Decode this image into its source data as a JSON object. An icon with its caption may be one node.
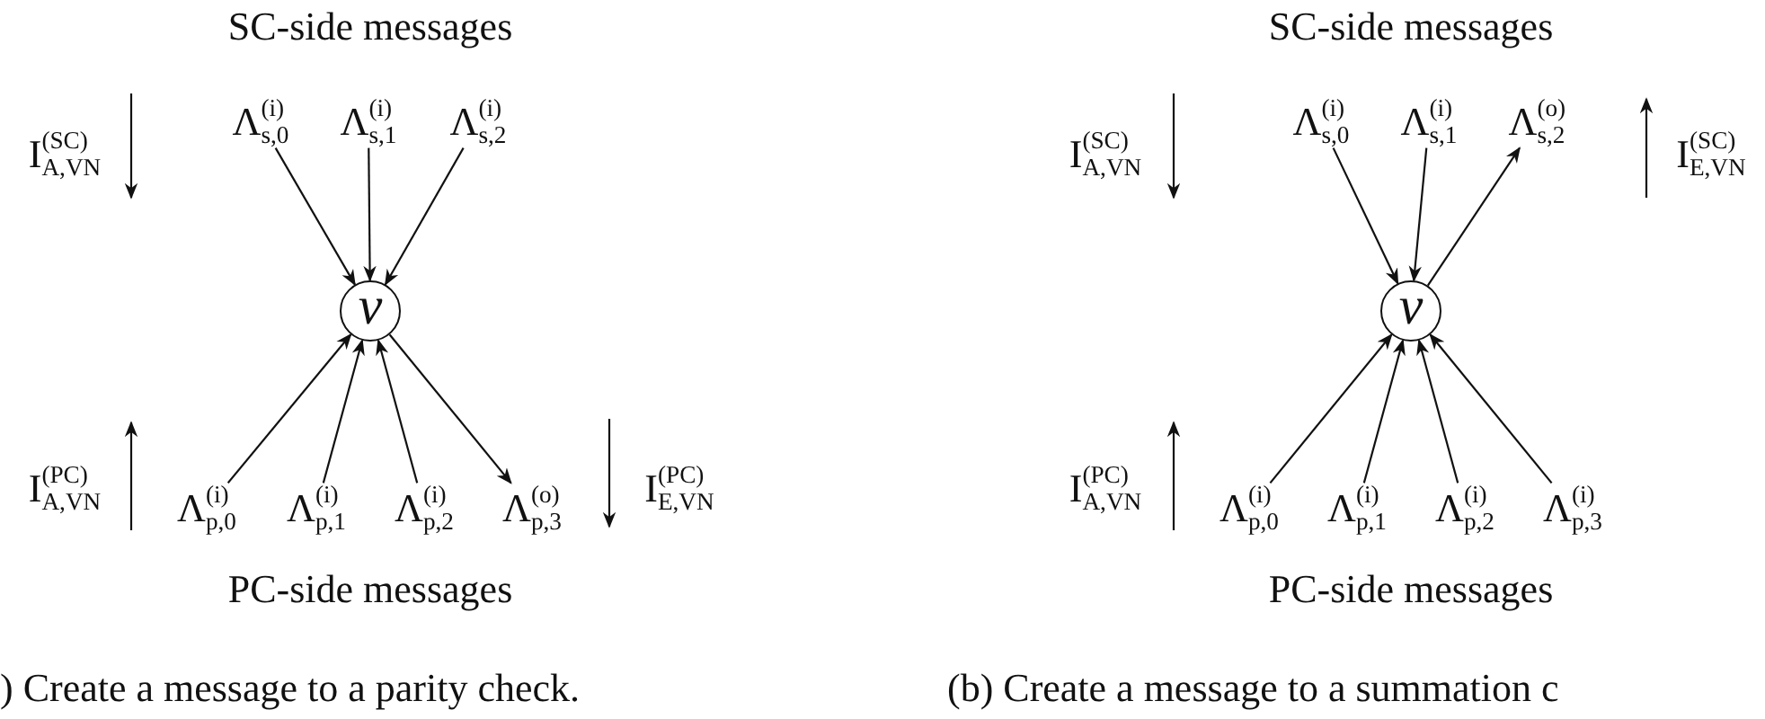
{
  "diagram": {
    "nodes": [
      {
        "text": [
          "Λ$^{(i)}$$_{s,0}$"
        ]
      },
      {
        "text": [
          "Λ$^{(i)}$$_{s,1}$"
        ]
      },
      {
        "text": [
          "Λ$^{(i)}$$_{s,2}$"
        ]
      },
      {
        "text": [
          "v"
        ]
      },
      {
        "text": [
          "Λ$^{(i)}$$_{p,0}$"
        ]
      },
      {
        "text": [
          "Λ$^{(i)}$$_{p,1}$"
        ]
      },
      {
        "text": [
          "Λ$^{(i)}$$_{p,2}$"
        ]
      },
      {
        "text": [
          "Λ$^{(o)}$$_{p,3}$"
        ]
      },
      {
        "text": [
          "Λ$^{(i)}$$_{s,0}$"
        ]
      },
      {
        "text": [
          "Λ$^{(i)}$$_{s,1}$"
        ]
      },
      {
        "text": [
          "Λ$^{(o)}$$_{s,2}$"
        ]
      },
      {
        "text": [
          "v"
        ]
      },
      {
        "text": [
          "Λ$^{(i)}$$_{p,0}$"
        ]
      },
      {
        "text": [
          "Λ$^{(i)}$$_{p,1}$"
        ]
      },
      {
        "text": [
          "Λ$^{(i)}$$_{p,2}$"
        ]
      },
      {
        "text": [
          "Λ$^{(i)}$$_{p,3}$"
        ]
      }
    ],
    "edges": [
      {
        "from": 0,
        "to": 3,
        "arrow": "to"
      },
      {
        "from": 1,
        "to": 3,
        "arrow": "to"
      },
      {
        "from": 2,
        "to": 3,
        "arrow": "to"
      },
      {
        "from": 4,
        "to": 3,
        "arrow": "to"
      },
      {
        "from": 5,
        "to": 3,
        "arrow": "to"
      },
      {
        "from": 6,
        "to": 3,
        "arrow": "to"
      },
      {
        "from": 3,
        "to": 7,
        "arrow": "to"
      },
      {
        "from": 8,
        "to": 11,
        "arrow": "to"
      },
      {
        "from": 9,
        "to": 11,
        "arrow": "to"
      },
      {
        "from": 11,
        "to": 10,
        "arrow": "to"
      },
      {
        "from": 12,
        "to": 11,
        "arrow": "to"
      },
      {
        "from": 13,
        "to": 11,
        "arrow": "to"
      },
      {
        "from": 14,
        "to": 11,
        "arrow": "to"
      },
      {
        "from": 15,
        "to": 11,
        "arrow": "to"
      }
    ],
    "labels": [
      "SC-side messages",
      "I$^{(SC)}$$_{A,VN}$",
      "I$^{(PC)}$$_{A,VN}$",
      "I$^{(PC)}$$_{E,VN}$",
      "PC-side messages",
      ") Create a message to a parity check.",
      "SC-side messages",
      "I$^{(SC)}$$_{A,VN}$",
      "I$^{(SC)}$$_{E,VN}$",
      "I$^{(PC)}$$_{A,VN}$",
      "PC-side messages",
      "(b) Create a message to a summation c"
    ]
  }
}
